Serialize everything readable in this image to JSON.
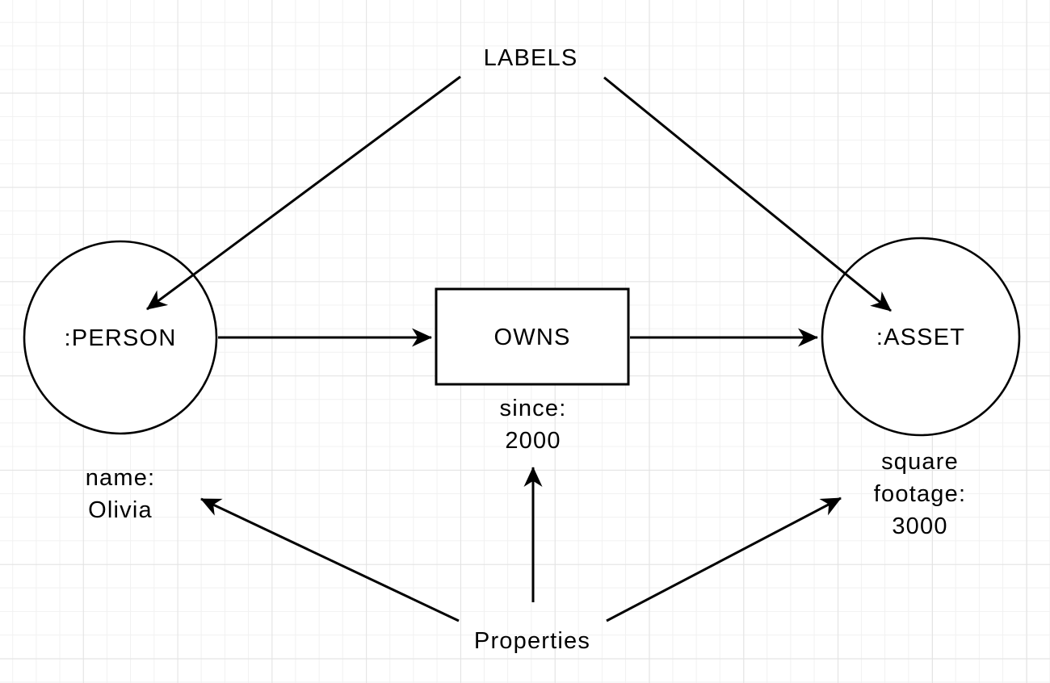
{
  "canvas": {
    "background_color": "#ffffff",
    "grid_minor_color": "#f1f1f1",
    "grid_major_color": "#e3e3e3",
    "stroke_color": "#000000",
    "text_color": "#000000"
  },
  "annotations": {
    "labels_heading": "LABELS",
    "properties_heading": "Properties"
  },
  "graph": {
    "person_node": {
      "label": ":PERSON",
      "property_lines": [
        "name:",
        "Olivia"
      ]
    },
    "relationship": {
      "label": "OWNS",
      "property_lines": [
        "since:",
        "2000"
      ]
    },
    "asset_node": {
      "label": ":ASSET",
      "property_lines": [
        "square",
        "footage:",
        "3000"
      ]
    }
  }
}
